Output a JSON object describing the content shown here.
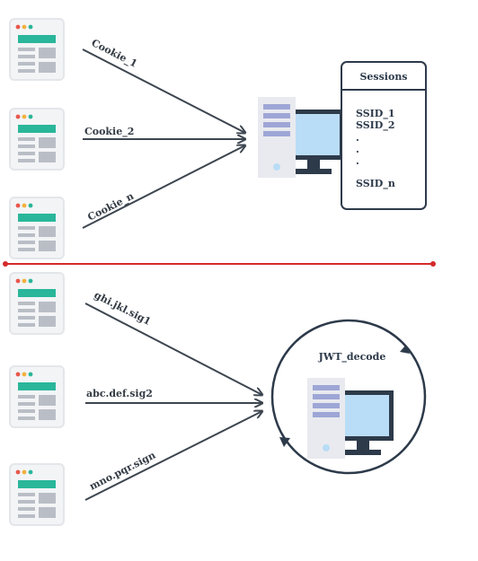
{
  "top": {
    "clients": [
      {
        "label": "Cookie_1"
      },
      {
        "label": "Cookie_2"
      },
      {
        "label": "Cookie_n"
      }
    ],
    "sessions": {
      "title": "Sessions",
      "items": [
        "SSID_1",
        "SSID_2",
        ".",
        ".",
        ".",
        "SSID_n"
      ]
    }
  },
  "bottom": {
    "clients": [
      {
        "label": "ghi.jkl.sig1"
      },
      {
        "label": "abc.def.sig2"
      },
      {
        "label": "mno.pqr.sign"
      }
    ],
    "decoder": {
      "label": "JWT_decode"
    }
  },
  "colors": {
    "accent_green": "#2ab69a",
    "divider_red": "#d42a2a",
    "arrow": "#3d4650",
    "monitor_blue": "#b9ddf6",
    "server_lavender": "#9ea6d6",
    "dark_navy": "#2d3a4a"
  }
}
